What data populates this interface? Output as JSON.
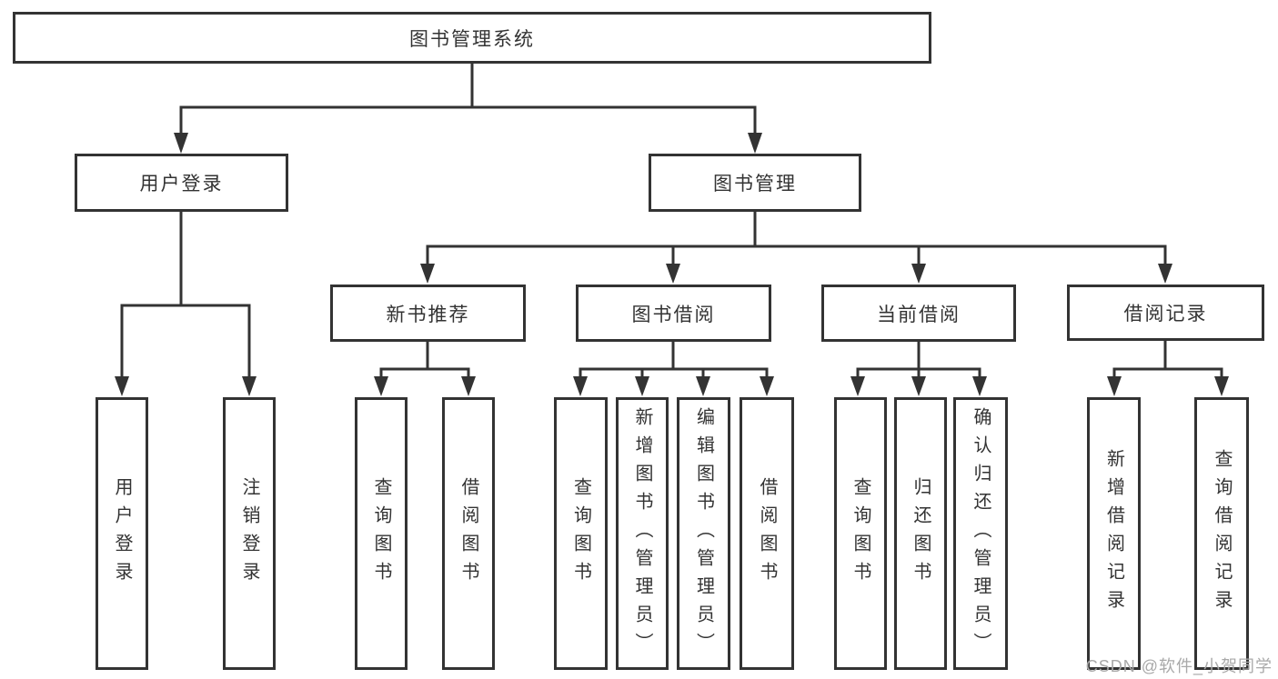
{
  "diagram": {
    "type": "tree",
    "title": "图书管理系统",
    "colors": {
      "line": "#333333",
      "box_border": "#333333",
      "text": "#333333",
      "watermark": "#a9a9a9",
      "background": "#ffffff"
    },
    "watermark": "CSDN @软件_小贺同学",
    "nodes": {
      "root": {
        "label": "图书管理系统"
      },
      "user_login": {
        "label": "用户登录"
      },
      "book_mgmt": {
        "label": "图书管理"
      },
      "new_book_rec": {
        "label": "新书推荐"
      },
      "book_borrow": {
        "label": "图书借阅"
      },
      "current_borrow": {
        "label": "当前借阅"
      },
      "borrow_record": {
        "label": "借阅记录"
      },
      "leaf_user_login": {
        "label": "用户登录"
      },
      "leaf_logout": {
        "label": "注销登录"
      },
      "leaf_query_book_1": {
        "label": "查询图书"
      },
      "leaf_borrow_book_1": {
        "label": "借阅图书"
      },
      "leaf_query_book_2": {
        "label": "查询图书"
      },
      "leaf_add_book": {
        "label": "新增图书（管理员）"
      },
      "leaf_edit_book": {
        "label": "编辑图书（管理员）"
      },
      "leaf_borrow_book_2": {
        "label": "借阅图书"
      },
      "leaf_query_book_3": {
        "label": "查询图书"
      },
      "leaf_return_book": {
        "label": "归还图书"
      },
      "leaf_confirm_return": {
        "label": "确认归还（管理员）"
      },
      "leaf_add_record": {
        "label": "新增借阅记录"
      },
      "leaf_query_record": {
        "label": "查询借阅记录"
      }
    },
    "edges": [
      {
        "from": "root",
        "to": [
          "user_login",
          "book_mgmt"
        ]
      },
      {
        "from": "user_login",
        "to": [
          "leaf_user_login",
          "leaf_logout"
        ]
      },
      {
        "from": "book_mgmt",
        "to": [
          "new_book_rec",
          "book_borrow",
          "current_borrow",
          "borrow_record"
        ]
      },
      {
        "from": "new_book_rec",
        "to": [
          "leaf_query_book_1",
          "leaf_borrow_book_1"
        ]
      },
      {
        "from": "book_borrow",
        "to": [
          "leaf_query_book_2",
          "leaf_add_book",
          "leaf_edit_book",
          "leaf_borrow_book_2"
        ]
      },
      {
        "from": "current_borrow",
        "to": [
          "leaf_query_book_3",
          "leaf_return_book",
          "leaf_confirm_return"
        ]
      },
      {
        "from": "borrow_record",
        "to": [
          "leaf_add_record",
          "leaf_query_record"
        ]
      }
    ]
  }
}
